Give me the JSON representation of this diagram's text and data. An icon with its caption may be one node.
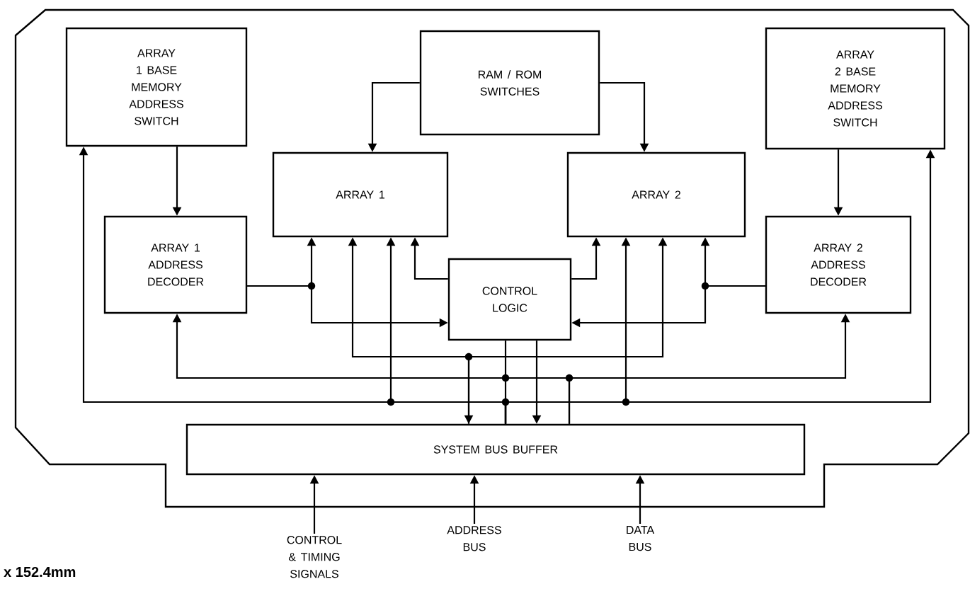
{
  "diagram": {
    "nodes": [
      {
        "text": [
          "ARRAY 1 BASE MEMORY ADDRESS SWITCH"
        ]
      },
      {
        "text": [
          "RAM / ROM SWITCHES"
        ]
      },
      {
        "text": [
          "ARRAY 2 BASE MEMORY ADDRESS SWITCH"
        ]
      },
      {
        "text": [
          "ARRAY 1"
        ]
      },
      {
        "text": [
          "ARRAY 2"
        ]
      },
      {
        "text": [
          "ARRAY 1 ADDRESS DECODER"
        ]
      },
      {
        "text": [
          "CONTROL LOGIC"
        ]
      },
      {
        "text": [
          "ARRAY 2 ADDRESS DECODER"
        ]
      },
      {
        "text": [
          "SYSTEM BUS BUFFER"
        ]
      },
      {
        "text": [
          "CONTROL & TIMING SIGNALS"
        ]
      },
      {
        "text": [
          "ADDRESS BUS"
        ]
      },
      {
        "text": [
          "DATA BUS"
        ]
      }
    ],
    "edges": [
      {
        "from": 1,
        "to": 3,
        "arrow": "to"
      },
      {
        "from": 1,
        "to": 4,
        "arrow": "to"
      },
      {
        "from": 0,
        "to": 5,
        "arrow": "to"
      },
      {
        "from": 2,
        "to": 7,
        "arrow": "to"
      },
      {
        "from": 5,
        "to": 3,
        "arrow": "to"
      },
      {
        "from": 5,
        "to": 6,
        "arrow": "to"
      },
      {
        "from": 7,
        "to": 4,
        "arrow": "to"
      },
      {
        "from": 7,
        "to": 6,
        "arrow": "to"
      },
      {
        "from": 6,
        "to": 3,
        "arrow": "to"
      },
      {
        "from": 6,
        "to": 4,
        "arrow": "to"
      },
      {
        "from": 8,
        "to": 3,
        "arrow": "both"
      },
      {
        "from": 8,
        "to": 4,
        "arrow": "to"
      },
      {
        "from": 8,
        "to": 5,
        "arrow": "to"
      },
      {
        "from": 8,
        "to": 7,
        "arrow": "to"
      },
      {
        "from": 8,
        "to": 0,
        "arrow": "to"
      },
      {
        "from": 8,
        "to": 2,
        "arrow": "to"
      },
      {
        "from": 8,
        "to": 3,
        "arrow": "to"
      },
      {
        "from": 8,
        "to": 4,
        "arrow": "to"
      },
      {
        "from": 6,
        "to": 8,
        "arrow": "none"
      },
      {
        "from": 6,
        "to": 8,
        "arrow": "to"
      },
      {
        "from": 9,
        "to": 8,
        "arrow": "to"
      },
      {
        "from": 10,
        "to": 8,
        "arrow": "to"
      },
      {
        "from": 11,
        "to": 8,
        "arrow": "to"
      }
    ],
    "labels": [
      "x 152.4mm"
    ]
  }
}
